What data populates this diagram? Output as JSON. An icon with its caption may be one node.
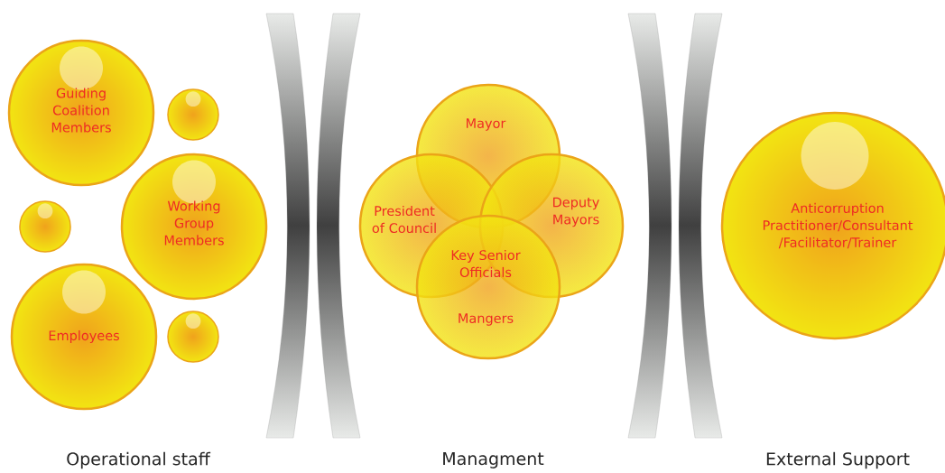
{
  "diagram": {
    "nodes": [
      {
        "text": [
          "Guiding Coalition Members"
        ]
      },
      {
        "text": [],
        "shape": "circle"
      },
      {
        "text": [],
        "shape": "circle"
      },
      {
        "text": [
          "Working Group Members"
        ]
      },
      {
        "text": [
          "Employees"
        ]
      },
      {
        "text": [],
        "shape": "circle"
      },
      {
        "text": [
          "Mayor"
        ]
      },
      {
        "text": [
          "President of Council"
        ]
      },
      {
        "text": [
          "Deputy Mayors"
        ]
      },
      {
        "text": [
          "Key Senior Officials",
          "Mangers"
        ]
      },
      {
        "text": [
          "Anticorruption Practitioner/Consultant /Facilitator/Trainer"
        ]
      }
    ],
    "labels": [
      "Operational staff",
      "Managment",
      "External Support"
    ]
  }
}
